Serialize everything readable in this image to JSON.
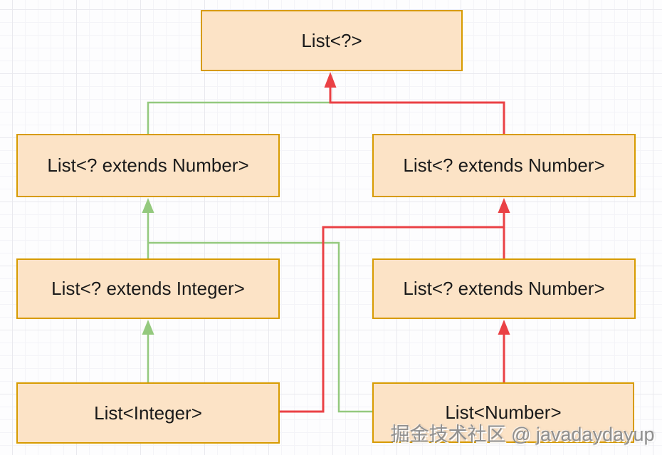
{
  "diagram": {
    "nodes": {
      "top": "List<?>",
      "mid_left": "List<? extends Number>",
      "mid_right": "List<? extends Number>",
      "low_left": "List<? extends Integer>",
      "low_right": "List<? extends Number>",
      "bottom_left": "List<Integer>",
      "bottom_right": "List<Number>"
    },
    "watermark": "掘金技术社区 @ javadaydayup",
    "colors": {
      "node_fill": "#fce3c6",
      "node_border": "#d79b00",
      "edge_green": "#94c97e",
      "edge_red": "#ea4145",
      "node_text": "#1a1a1a",
      "watermark_gray": "#8f8f8f"
    }
  }
}
